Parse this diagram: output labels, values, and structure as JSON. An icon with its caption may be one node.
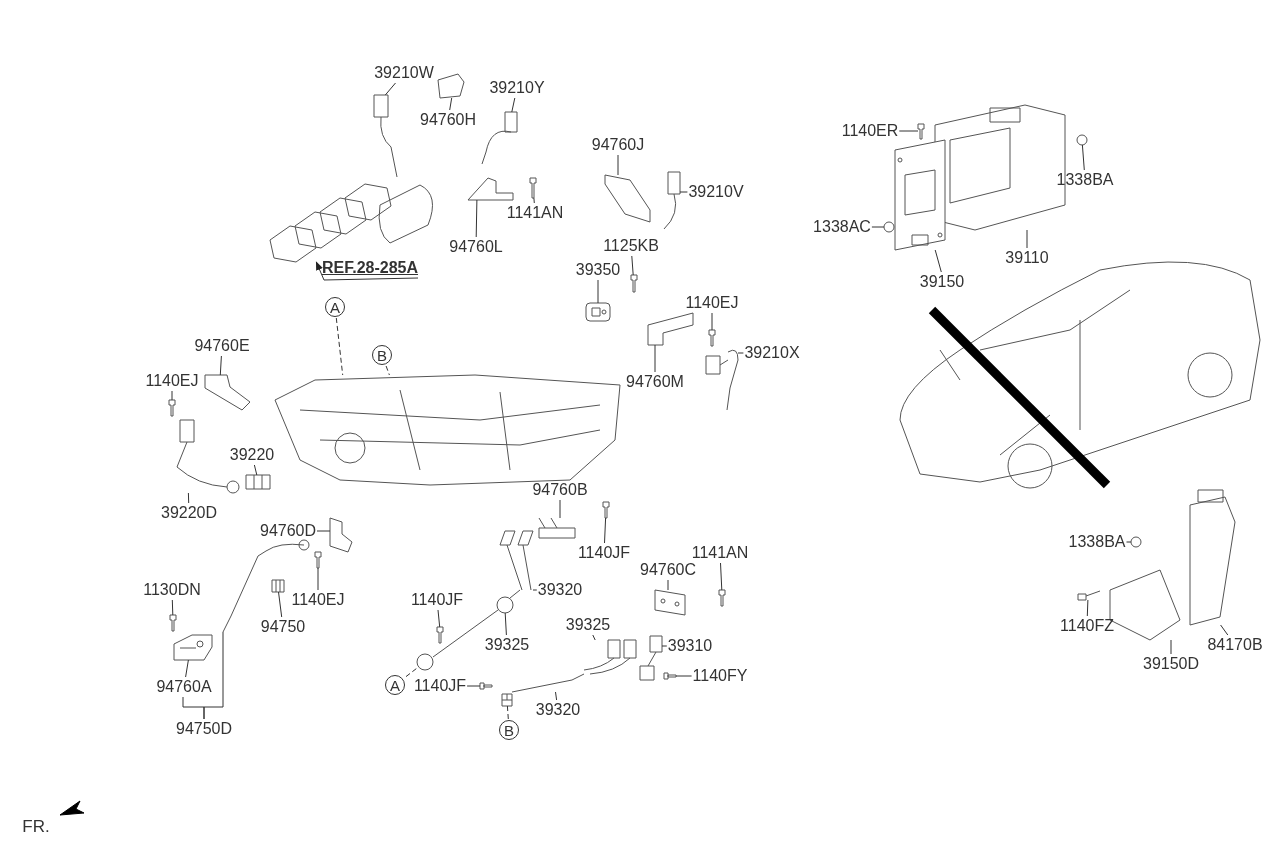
{
  "diagram": {
    "nodes": [
      {
        "text": [
          "39210W"
        ]
      },
      {
        "text": [
          "94760H"
        ]
      },
      {
        "text": [
          "39210Y"
        ]
      },
      {
        "text": [
          "1141AN"
        ]
      },
      {
        "text": [
          "94760L"
        ]
      },
      {
        "text": [
          "REF.28-285A"
        ]
      },
      {
        "text": [
          "A"
        ]
      },
      {
        "text": [
          "94760J"
        ]
      },
      {
        "text": [
          "39210V"
        ]
      },
      {
        "text": [
          "1125KB"
        ]
      },
      {
        "text": [
          "39350"
        ]
      },
      {
        "text": [
          "1140EJ"
        ]
      },
      {
        "text": [
          "39210X"
        ]
      },
      {
        "text": [
          "94760M"
        ]
      },
      {
        "text": [
          "B"
        ]
      },
      {
        "text": [
          "94760E"
        ]
      },
      {
        "text": [
          "1140EJ"
        ]
      },
      {
        "text": [
          "39220"
        ]
      },
      {
        "text": [
          "39220D"
        ]
      },
      {
        "text": [
          "94760D"
        ]
      },
      {
        "text": [
          "1140EJ"
        ]
      },
      {
        "text": [
          "1130DN"
        ]
      },
      {
        "text": [
          "94750"
        ]
      },
      {
        "text": [
          "94760A"
        ]
      },
      {
        "text": [
          "94750D"
        ]
      },
      {
        "text": [
          "39320"
        ]
      },
      {
        "text": [
          "1140JF"
        ]
      },
      {
        "text": [
          "39325"
        ]
      },
      {
        "text": [
          "1140JF"
        ]
      },
      {
        "text": [
          "94760B"
        ]
      },
      {
        "text": [
          "94760C"
        ]
      },
      {
        "text": [
          "1141AN"
        ]
      },
      {
        "text": [
          "39325"
        ]
      },
      {
        "text": [
          "39310"
        ]
      },
      {
        "text": [
          "A"
        ]
      },
      {
        "text": [
          "1140JF"
        ]
      },
      {
        "text": [
          "1140FY"
        ]
      },
      {
        "text": [
          "39320"
        ]
      },
      {
        "text": [
          "B"
        ]
      },
      {
        "text": [
          "1140ER"
        ]
      },
      {
        "text": [
          "1338BA"
        ]
      },
      {
        "text": [
          "1338AC"
        ]
      },
      {
        "text": [
          "39110"
        ]
      },
      {
        "text": [
          "39150"
        ]
      },
      {
        "text": [
          "1338BA"
        ]
      },
      {
        "text": [
          "1140FZ"
        ]
      },
      {
        "text": [
          "39150D"
        ]
      },
      {
        "text": [
          "84170B"
        ]
      },
      {
        "text": [],
        "shape": "picture"
      },
      {
        "text": [],
        "shape": "picture"
      },
      {
        "text": [],
        "shape": "picture"
      },
      {
        "text": [],
        "shape": "picture"
      },
      {
        "text": [],
        "shape": "picture"
      },
      {
        "text": [],
        "shape": "picture"
      },
      {
        "text": [],
        "shape": "picture"
      },
      {
        "text": [],
        "shape": "picture"
      },
      {
        "text": [],
        "shape": "picture"
      },
      {
        "text": [],
        "shape": "picture"
      },
      {
        "text": [],
        "shape": "picture"
      },
      {
        "text": [],
        "shape": "picture"
      },
      {
        "text": [],
        "shape": "picture"
      },
      {
        "text": [],
        "shape": "picture"
      },
      {
        "text": [],
        "shape": "picture"
      },
      {
        "text": [],
        "shape": "picture"
      },
      {
        "text": [],
        "shape": "picture"
      },
      {
        "text": [],
        "shape": "picture"
      },
      {
        "text": [],
        "shape": "picture"
      },
      {
        "text": [],
        "shape": "picture"
      },
      {
        "text": [],
        "shape": "picture"
      },
      {
        "text": [],
        "shape": "picture"
      },
      {
        "text": [],
        "shape": "picture"
      },
      {
        "text": [],
        "shape": "picture"
      },
      {
        "text": [],
        "shape": "picture"
      },
      {
        "text": [],
        "shape": "picture"
      },
      {
        "text": [],
        "shape": "picture"
      },
      {
        "text": [],
        "shape": "picture"
      },
      {
        "text": [],
        "shape": "picture"
      },
      {
        "text": [],
        "shape": "picture"
      },
      {
        "text": [],
        "shape": "picture"
      },
      {
        "text": [],
        "shape": "picture"
      },
      {
        "text": [],
        "shape": "picture"
      },
      {
        "text": [],
        "shape": "picture"
      },
      {
        "text": [],
        "shape": "picture"
      },
      {
        "text": [],
        "shape": "picture"
      },
      {
        "text": [],
        "shape": "picture"
      },
      {
        "text": [],
        "shape": "picture"
      },
      {
        "text": [],
        "shape": "picture"
      },
      {
        "text": [],
        "shape": "picture"
      },
      {
        "text": [],
        "shape": "picture"
      },
      {
        "text": [],
        "shape": "picture"
      },
      {
        "text": [],
        "shape": "picture"
      },
      {
        "text": [],
        "shape": "picture"
      },
      {
        "text": [],
        "shape": "picture"
      },
      {
        "text": [],
        "shape": "picture"
      },
      {
        "text": [],
        "shape": "picture"
      }
    ],
    "edges": [
      {
        "from": 0,
        "to": 48,
        "arrow": "none"
      },
      {
        "from": 1,
        "to": 49,
        "arrow": "none"
      },
      {
        "from": 2,
        "to": 50,
        "arrow": "none"
      },
      {
        "from": 3,
        "to": 51,
        "arrow": "none"
      },
      {
        "from": 4,
        "to": 52,
        "arrow": "none"
      },
      {
        "from": 5,
        "to": 53,
        "arrow": "to"
      },
      {
        "from": 6,
        "to": 54,
        "arrow": "none",
        "style": "dashed"
      },
      {
        "from": 7,
        "to": 55,
        "arrow": "none"
      },
      {
        "from": 8,
        "to": 56,
        "arrow": "none"
      },
      {
        "from": 9,
        "to": 57,
        "arrow": "none"
      },
      {
        "from": 10,
        "to": 58,
        "arrow": "none"
      },
      {
        "from": 11,
        "to": 59,
        "arrow": "none"
      },
      {
        "from": 12,
        "to": 60,
        "arrow": "none"
      },
      {
        "from": 13,
        "to": 61,
        "arrow": "none"
      },
      {
        "from": 14,
        "to": 54,
        "arrow": "none",
        "style": "dashed"
      },
      {
        "from": 15,
        "to": 62,
        "arrow": "none"
      },
      {
        "from": 16,
        "to": 63,
        "arrow": "none"
      },
      {
        "from": 17,
        "to": 64,
        "arrow": "none"
      },
      {
        "from": 18,
        "to": 65,
        "arrow": "none"
      },
      {
        "from": 19,
        "to": 66,
        "arrow": "none"
      },
      {
        "from": 20,
        "to": 67,
        "arrow": "none"
      },
      {
        "from": 21,
        "to": 68,
        "arrow": "none"
      },
      {
        "from": 22,
        "to": 69,
        "arrow": "none"
      },
      {
        "from": 23,
        "to": 70,
        "arrow": "none"
      },
      {
        "from": 24,
        "to": 23,
        "arrow": "none"
      },
      {
        "from": 24,
        "to": 71,
        "arrow": "none"
      },
      {
        "from": 25,
        "to": 72,
        "arrow": "none"
      },
      {
        "from": 26,
        "to": 73,
        "arrow": "none"
      },
      {
        "from": 27,
        "to": 74,
        "arrow": "none"
      },
      {
        "from": 28,
        "to": 75,
        "arrow": "none"
      },
      {
        "from": 29,
        "to": 76,
        "arrow": "none"
      },
      {
        "from": 30,
        "to": 77,
        "arrow": "none"
      },
      {
        "from": 31,
        "to": 78,
        "arrow": "none"
      },
      {
        "from": 32,
        "to": 79,
        "arrow": "none"
      },
      {
        "from": 33,
        "to": 80,
        "arrow": "none"
      },
      {
        "from": 34,
        "to": 81,
        "arrow": "none",
        "style": "dashed"
      },
      {
        "from": 35,
        "to": 82,
        "arrow": "none"
      },
      {
        "from": 36,
        "to": 83,
        "arrow": "none"
      },
      {
        "from": 37,
        "to": 84,
        "arrow": "none"
      },
      {
        "from": 38,
        "to": 85,
        "arrow": "none",
        "style": "dashed"
      },
      {
        "from": 39,
        "to": 86,
        "arrow": "none"
      },
      {
        "from": 40,
        "to": 87,
        "arrow": "none"
      },
      {
        "from": 41,
        "to": 88,
        "arrow": "none"
      },
      {
        "from": 42,
        "to": 89,
        "arrow": "none"
      },
      {
        "from": 43,
        "to": 90,
        "arrow": "none"
      },
      {
        "from": 44,
        "to": 91,
        "arrow": "none"
      },
      {
        "from": 45,
        "to": 92,
        "arrow": "none"
      },
      {
        "from": 46,
        "to": 93,
        "arrow": "none"
      },
      {
        "from": 47,
        "to": 94,
        "arrow": "none"
      }
    ],
    "labels": [
      "FR."
    ]
  }
}
